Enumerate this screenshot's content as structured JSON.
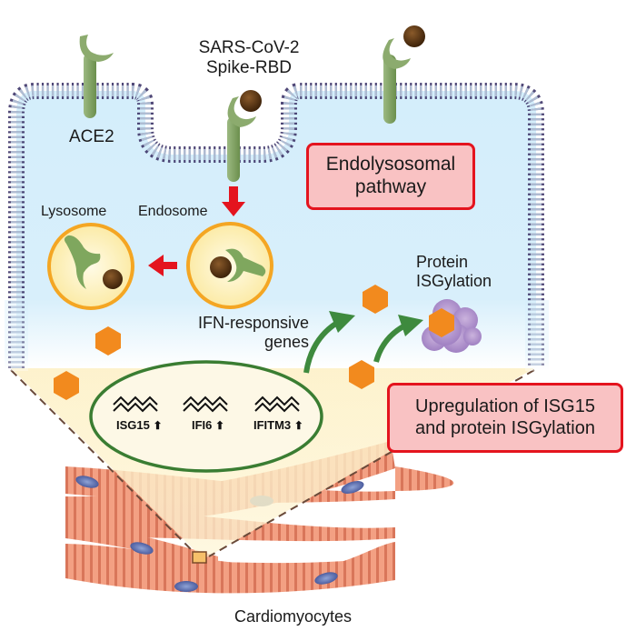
{
  "title": "SARS-CoV-2 Spike-RBD induces ISG15 upregulation in cardiomyocytes",
  "labels": {
    "ace2": "ACE2",
    "spike_line1": "SARS-CoV-2",
    "spike_line2": "Spike-RBD",
    "lysosome": "Lysosome",
    "endosome": "Endosome",
    "ifn_line1": "IFN-responsive",
    "ifn_line2": "genes",
    "protein_line1": "Protein",
    "protein_line2": "ISGylation",
    "cardiomyocytes": "Cardiomyocytes"
  },
  "boxes": {
    "endolysosomal_line1": "Endolysosomal",
    "endolysosomal_line2": "pathway",
    "upregulation_line1": "Upregulation of ISG15",
    "upregulation_line2": "and protein ISGylation"
  },
  "genes": [
    {
      "name": "ISG15",
      "trend": "up"
    },
    {
      "name": "IFI6",
      "trend": "up"
    },
    {
      "name": "IFITM3",
      "trend": "up"
    }
  ],
  "icons": {
    "receptor": "ace2-receptor-icon",
    "virus": "spike-rbd-particle-icon",
    "isg15": "isg15-hexagon-icon",
    "gene": "dna-zigzag-icon",
    "up_arrow": "up-arrow-icon"
  },
  "colors": {
    "cell_fill": "#d6eefa",
    "membrane": "#3d3468",
    "receptor": "#7fa05e",
    "virus": "#5a3712",
    "isg15": "#f28a1e",
    "vesicle_fill": "#fbf3c4",
    "vesicle_border": "#f4a623",
    "red_arrow": "#e4141e",
    "green_arrow": "#3e8a3e",
    "box_fill": "#f9c2c3",
    "box_border": "#e4141e",
    "nucleus_border": "#3a7d32",
    "zoom_fill": "#fdf1c6",
    "muscle": "#ef9479",
    "muscle_nucleus": "#5a6aa8",
    "protein_blob": "#b79ad0"
  }
}
